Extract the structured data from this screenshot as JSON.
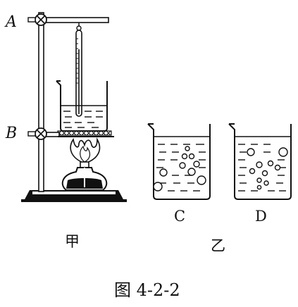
{
  "labels": {
    "A": "A",
    "B": "B",
    "C": "C",
    "D": "D",
    "jia": "甲",
    "yi": "乙",
    "caption": "图 4-2-2"
  },
  "colors": {
    "ink": "#111111",
    "paper": "#ffffff"
  }
}
